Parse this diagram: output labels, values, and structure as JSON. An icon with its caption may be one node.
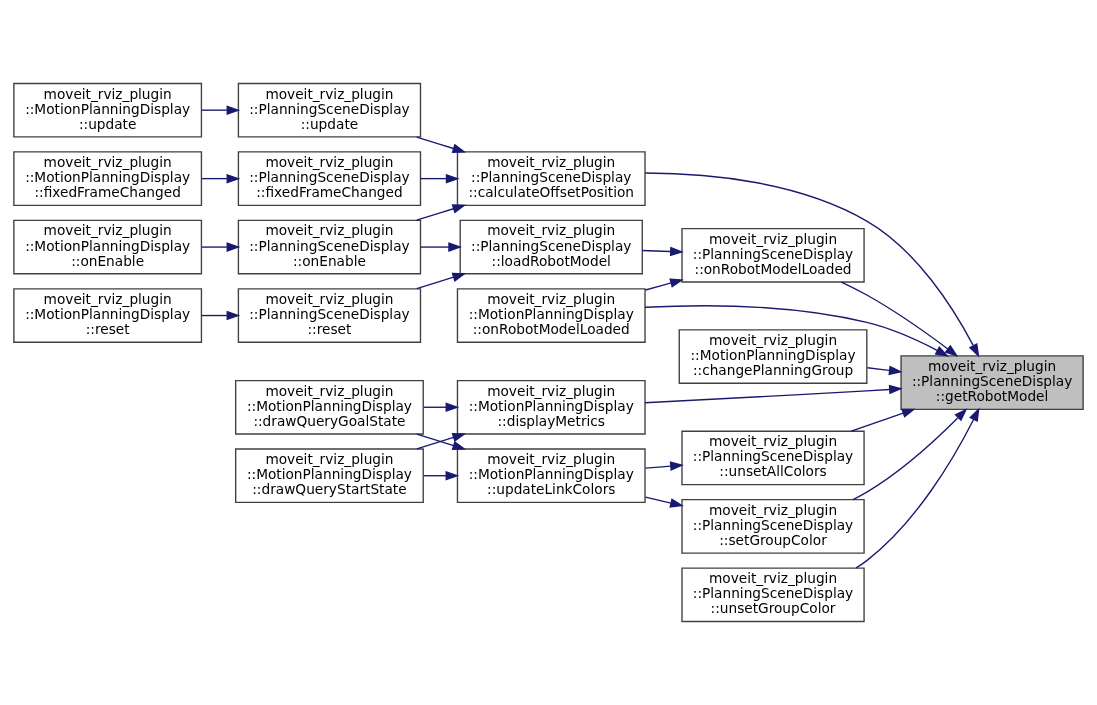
{
  "diagram": {
    "nodes": [
      {
        "text": [
          "moveit_rviz_plugin ::PlanningSceneDisplay ::getRobotModel"
        ]
      },
      {
        "text": [
          "moveit_rviz_plugin ::PlanningSceneDisplay ::calculateOffsetPosition"
        ]
      },
      {
        "text": [
          "moveit_rviz_plugin ::PlanningSceneDisplay ::onRobotModelLoaded"
        ]
      },
      {
        "text": [
          "moveit_rviz_plugin ::MotionPlanningDisplay ::onRobotModelLoaded"
        ]
      },
      {
        "text": [
          "moveit_rviz_plugin ::MotionPlanningDisplay ::changePlanningGroup"
        ]
      },
      {
        "text": [
          "moveit_rviz_plugin ::PlanningSceneDisplay ::unsetAllColors"
        ]
      },
      {
        "text": [
          "moveit_rviz_plugin ::PlanningSceneDisplay ::setGroupColor"
        ]
      },
      {
        "text": [
          "moveit_rviz_plugin ::MotionPlanningDisplay ::displayMetrics"
        ]
      },
      {
        "text": [
          "moveit_rviz_plugin ::PlanningSceneDisplay ::unsetGroupColor"
        ]
      },
      {
        "text": [
          "moveit_rviz_plugin ::PlanningSceneDisplay ::update"
        ]
      },
      {
        "text": [
          "moveit_rviz_plugin ::MotionPlanningDisplay ::update"
        ]
      },
      {
        "text": [
          "moveit_rviz_plugin ::PlanningSceneDisplay ::fixedFrameChanged"
        ]
      },
      {
        "text": [
          "moveit_rviz_plugin ::MotionPlanningDisplay ::fixedFrameChanged"
        ]
      },
      {
        "text": [
          "moveit_rviz_plugin ::PlanningSceneDisplay ::onEnable"
        ]
      },
      {
        "text": [
          "moveit_rviz_plugin ::MotionPlanningDisplay ::onEnable"
        ]
      },
      {
        "text": [
          "moveit_rviz_plugin ::PlanningSceneDisplay ::loadRobotModel"
        ]
      },
      {
        "text": [
          "moveit_rviz_plugin ::PlanningSceneDisplay ::reset"
        ]
      },
      {
        "text": [
          "moveit_rviz_plugin ::MotionPlanningDisplay ::reset"
        ]
      },
      {
        "text": [
          "moveit_rviz_plugin ::MotionPlanningDisplay ::updateLinkColors"
        ]
      },
      {
        "text": [
          "moveit_rviz_plugin ::MotionPlanningDisplay ::drawQueryGoalState"
        ]
      },
      {
        "text": [
          "moveit_rviz_plugin ::MotionPlanningDisplay ::drawQueryStartState"
        ]
      }
    ],
    "edges": [
      {
        "from": 1,
        "to": 0,
        "arrow": "to"
      },
      {
        "from": 2,
        "to": 0,
        "arrow": "to"
      },
      {
        "from": 3,
        "to": 0,
        "arrow": "to"
      },
      {
        "from": 4,
        "to": 0,
        "arrow": "to"
      },
      {
        "from": 5,
        "to": 0,
        "arrow": "to"
      },
      {
        "from": 6,
        "to": 0,
        "arrow": "to"
      },
      {
        "from": 7,
        "to": 0,
        "arrow": "to"
      },
      {
        "from": 8,
        "to": 0,
        "arrow": "to"
      },
      {
        "from": 9,
        "to": 1,
        "arrow": "to"
      },
      {
        "from": 11,
        "to": 1,
        "arrow": "to"
      },
      {
        "from": 13,
        "to": 1,
        "arrow": "to"
      },
      {
        "from": 10,
        "to": 9,
        "arrow": "to"
      },
      {
        "from": 12,
        "to": 11,
        "arrow": "to"
      },
      {
        "from": 14,
        "to": 13,
        "arrow": "to"
      },
      {
        "from": 13,
        "to": 15,
        "arrow": "to"
      },
      {
        "from": 16,
        "to": 15,
        "arrow": "to"
      },
      {
        "from": 15,
        "to": 2,
        "arrow": "to"
      },
      {
        "from": 3,
        "to": 2,
        "arrow": "to"
      },
      {
        "from": 17,
        "to": 16,
        "arrow": "to"
      },
      {
        "from": 18,
        "to": 5,
        "arrow": "to"
      },
      {
        "from": 18,
        "to": 6,
        "arrow": "to"
      },
      {
        "from": 19,
        "to": 18,
        "arrow": "to"
      },
      {
        "from": 20,
        "to": 18,
        "arrow": "to"
      },
      {
        "from": 19,
        "to": 7,
        "arrow": "to"
      },
      {
        "from": 20,
        "to": 7,
        "arrow": "to"
      }
    ]
  }
}
